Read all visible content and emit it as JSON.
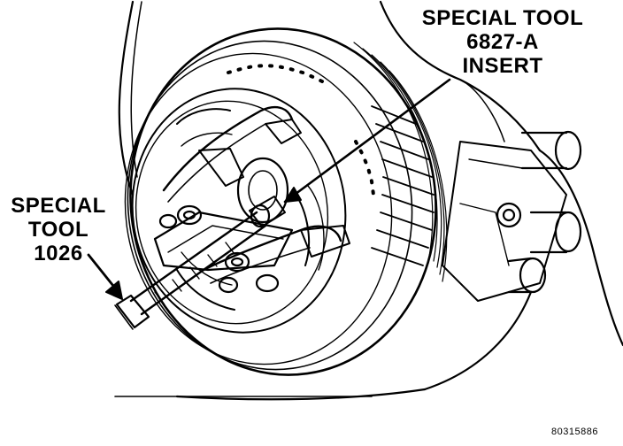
{
  "callouts": {
    "insert_tool": {
      "line1": "SPECIAL TOOL",
      "line2": "6827-A",
      "line3": "INSERT"
    },
    "puller_tool": {
      "line1": "SPECIAL",
      "line2": "TOOL",
      "line3": "1026"
    }
  },
  "figure_id": "80315886",
  "colors": {
    "ink": "#000000",
    "paper": "#ffffff"
  }
}
